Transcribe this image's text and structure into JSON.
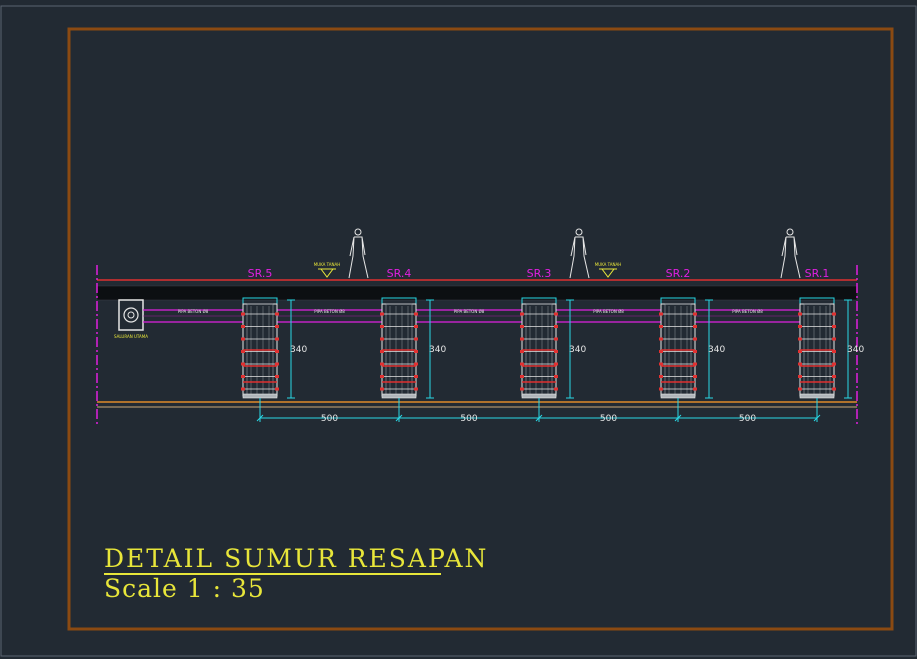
{
  "drawing": {
    "title": "DETAIL SUMUR RESAPAN",
    "scale": "Scale 1 : 35",
    "wells": [
      {
        "label": "SR.5",
        "depth": "340"
      },
      {
        "label": "SR.4",
        "depth": "340"
      },
      {
        "label": "SR.3",
        "depth": "340"
      },
      {
        "label": "SR.2",
        "depth": "340"
      },
      {
        "label": "SR.1",
        "depth": "340"
      }
    ],
    "spacings": [
      "500",
      "500",
      "500",
      "500"
    ],
    "pipe_labels": [
      "PIPA BETON Ø8",
      "PIPA BETON Ø8",
      "PIPA BETON Ø8",
      "PIPA BETON Ø8",
      "PIPA BETON Ø8"
    ],
    "ground_labels": [
      "MUKA TANAH",
      "MUKA TANAH"
    ],
    "chamber_label": "SALURAN UTAMA",
    "colors": {
      "background": "#222a33",
      "frame": "#8b4a12",
      "magenta": "#e020e0",
      "cyan": "#29d8e6",
      "yellow": "#e8e63a",
      "red": "#e03030",
      "orange": "#e08a2a",
      "white": "#e6e6e6"
    }
  }
}
